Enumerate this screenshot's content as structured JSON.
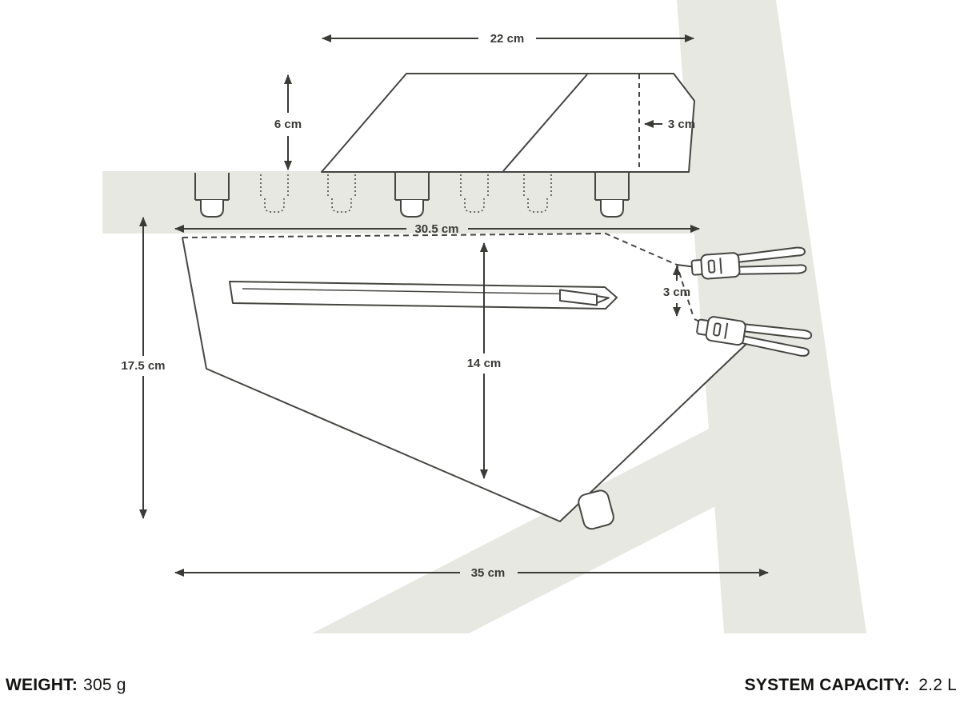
{
  "diagram": {
    "name": "Bike frame pack dimension diagram",
    "dimension_labels": {
      "top_pack_length": "22 cm",
      "top_pack_height": "6 cm",
      "top_pack_taper": "3 cm",
      "frame_pack_top_length": "30.5 cm",
      "frame_pack_rear_height": "3 cm",
      "frame_pack_front_height": "17.5 cm",
      "frame_pack_mid_height": "14 cm",
      "frame_pack_bottom_length": "35 cm"
    },
    "colors": {
      "frame_silhouette": "#e8e8e2",
      "outline": "#454541",
      "dimension_text": "#3a3a37",
      "footer_text": "#121210"
    }
  },
  "footer": {
    "weight_label": "WEIGHT:",
    "weight_value": "305 g",
    "capacity_label": "SYSTEM CAPACITY:",
    "capacity_value": "2.2 L"
  }
}
